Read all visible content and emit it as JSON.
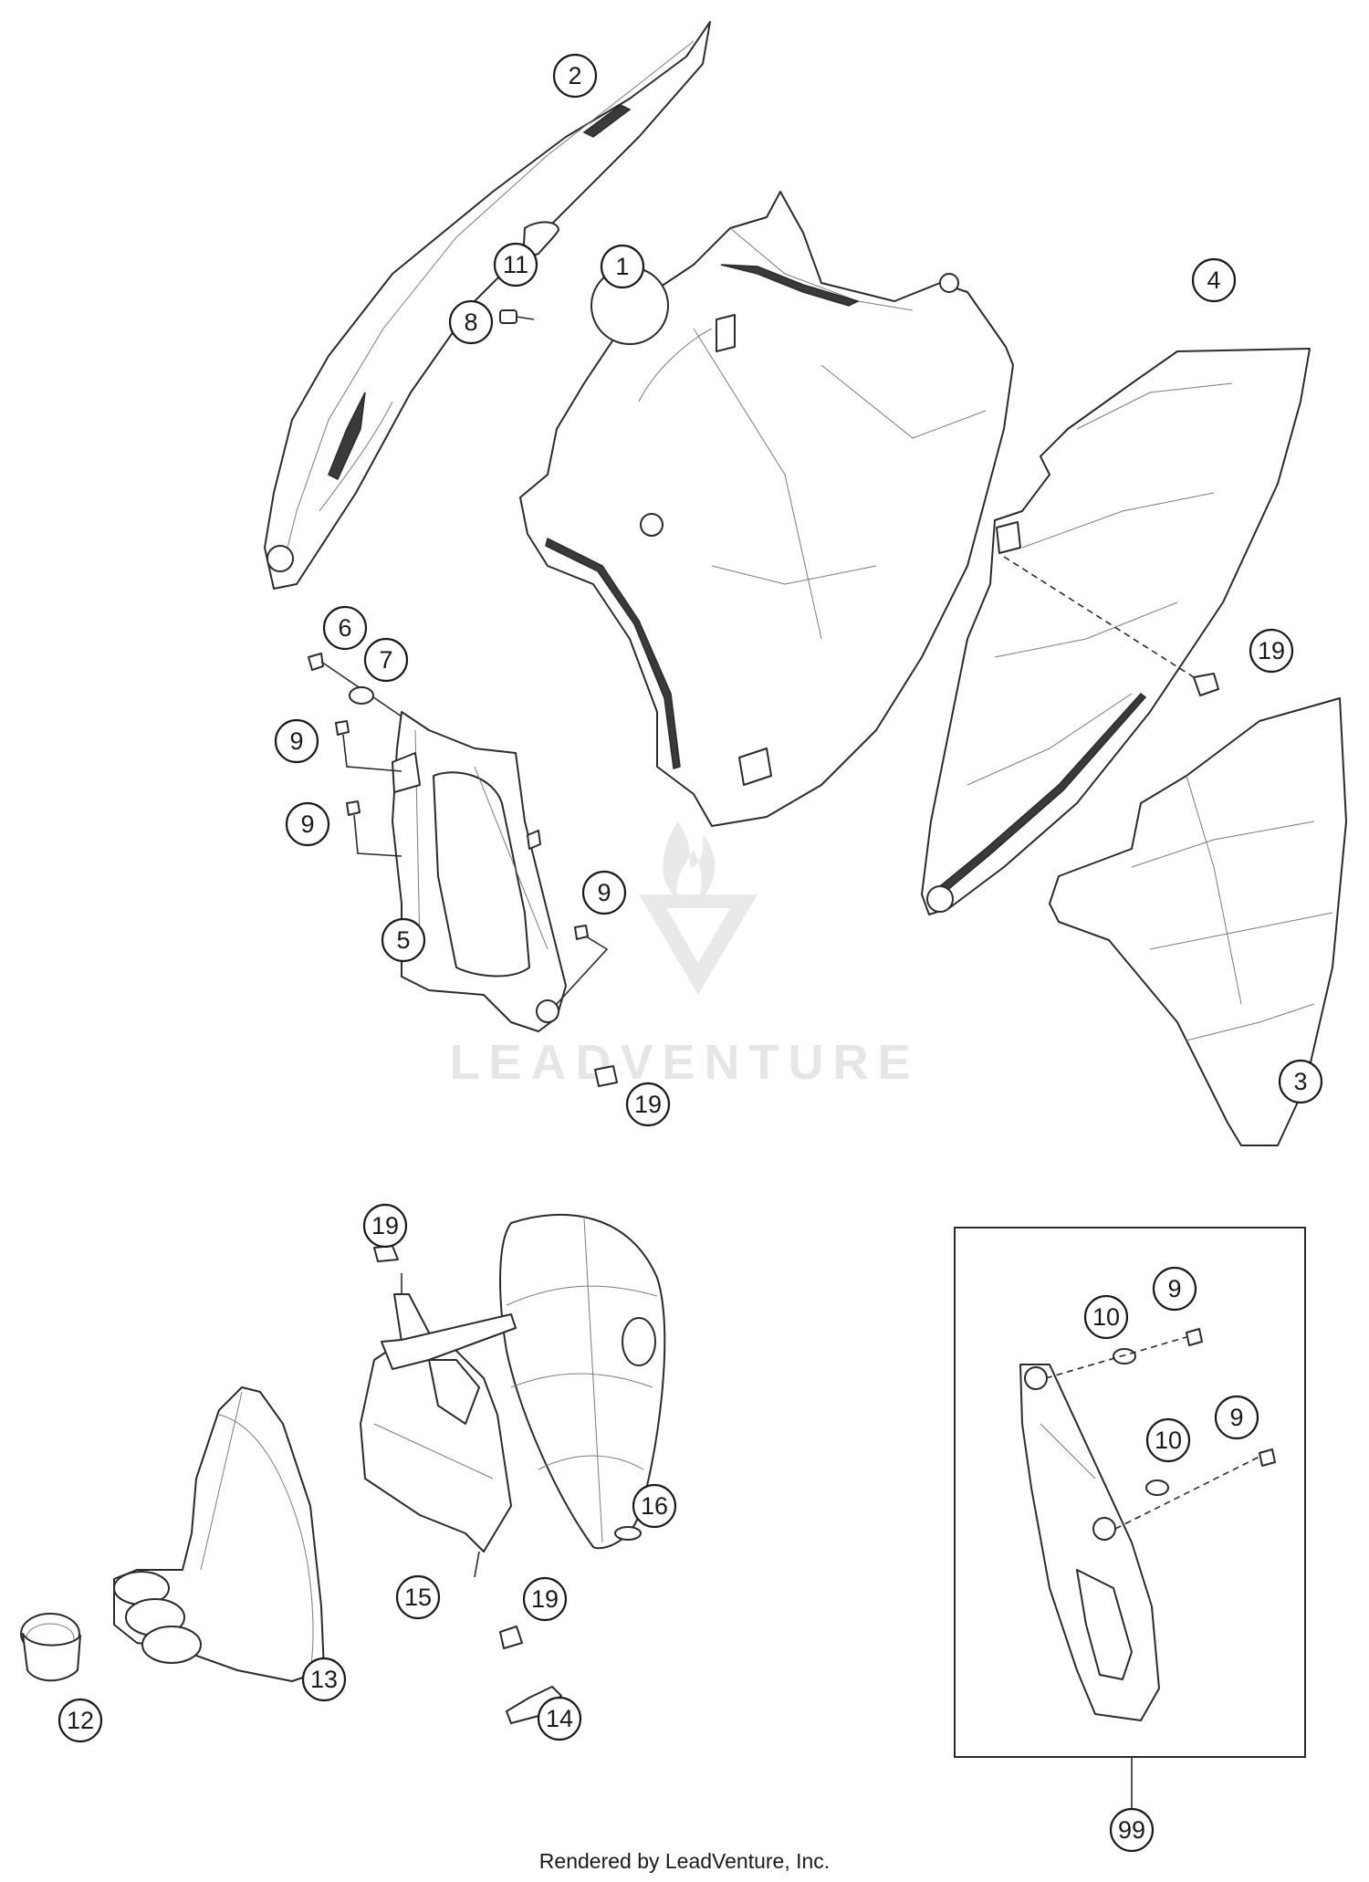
{
  "watermark_text": "LEADVENTURE",
  "credit": "Rendered by LeadVenture, Inc.",
  "callouts": {
    "c1": "1",
    "c2": "2",
    "c3": "3",
    "c4": "4",
    "c5": "5",
    "c6": "6",
    "c7": "7",
    "c8": "8",
    "c9a": "9",
    "c9b": "9",
    "c9c": "9",
    "c9d": "9",
    "c9e": "9",
    "c10a": "10",
    "c10b": "10",
    "c11": "11",
    "c12": "12",
    "c13": "13",
    "c14": "14",
    "c15": "15",
    "c16": "16",
    "c19a": "19",
    "c19b": "19",
    "c19c": "19",
    "c19d": "19",
    "c99": "99"
  }
}
